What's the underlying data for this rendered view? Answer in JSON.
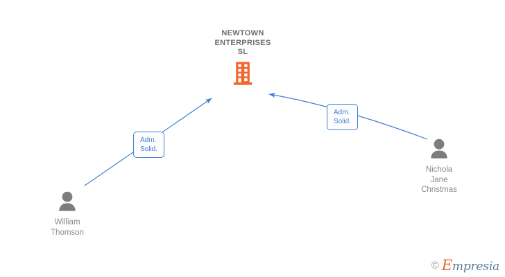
{
  "diagram": {
    "type": "company-relationship-graph",
    "background_color": "#ffffff",
    "company": {
      "name": "NEWTOWN\nENTERPRISES\nSL",
      "icon": "building-icon",
      "icon_color": "#f4642c",
      "text_color": "#6d6d6d"
    },
    "persons": [
      {
        "id": "person-left",
        "name": "William\nThomson",
        "icon": "person-icon",
        "icon_color": "#7d7d7d",
        "text_color": "#8a8a8a"
      },
      {
        "id": "person-right",
        "name": "Nichola\nJane\nChristmas",
        "icon": "person-icon",
        "icon_color": "#7d7d7d",
        "text_color": "#8a8a8a"
      }
    ],
    "edges": [
      {
        "id": "edge-left",
        "from": "person-left",
        "to": "company",
        "label": "Adm.\nSolid.",
        "color": "#3d7fd4"
      },
      {
        "id": "edge-right",
        "from": "person-right",
        "to": "company",
        "label": "Adm.\nSolid.",
        "color": "#3d7fd4"
      }
    ],
    "watermark": {
      "copyright": "©",
      "capital": "E",
      "rest": "mpresia",
      "accent_color": "#f0652b",
      "text_color": "#5b7c97"
    }
  }
}
